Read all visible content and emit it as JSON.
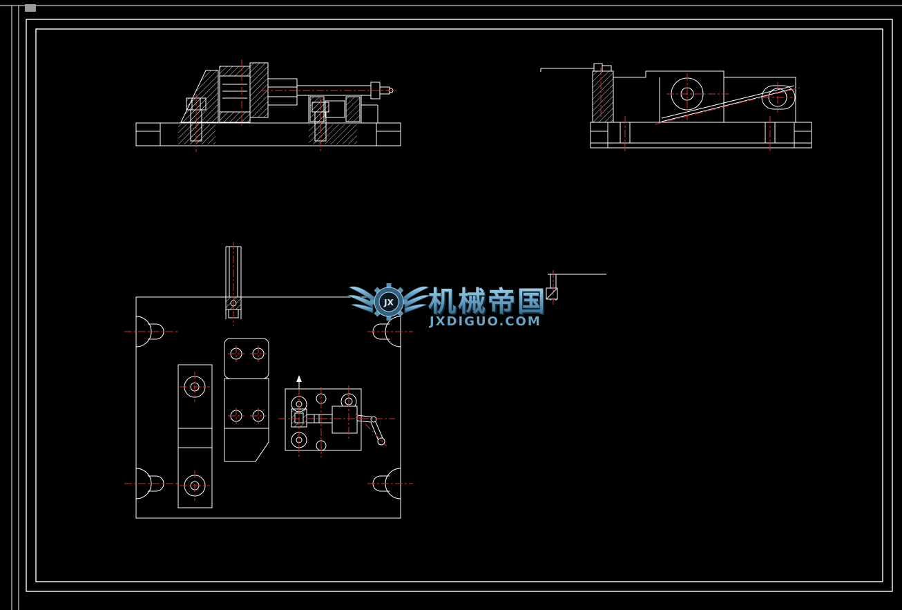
{
  "window": {
    "background": "#000000",
    "type": "cad-drawing-viewport"
  },
  "sheet": {
    "line_color": "#ffffff",
    "centerline_color": "#d03232",
    "views": [
      "front-view",
      "side-view",
      "top-view"
    ]
  },
  "watermark": {
    "title": "机械帝国",
    "subtitle": "JXDIGUO.COM",
    "logo_text": "JX",
    "primary_color": "#6ba3c4",
    "light_color": "#a8d4ea",
    "dark_color": "#2e5d7d"
  }
}
